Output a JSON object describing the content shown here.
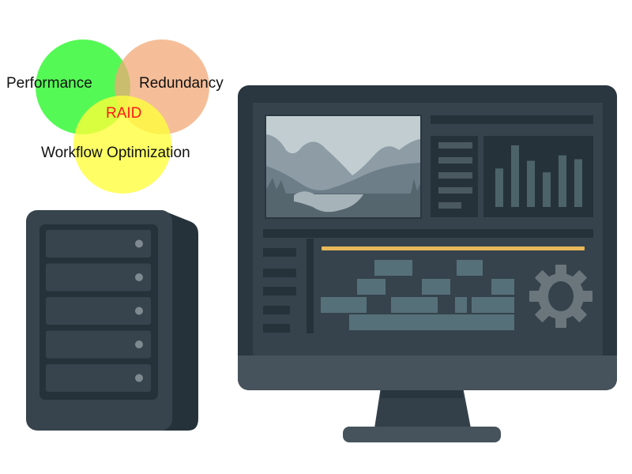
{
  "venn": {
    "sets": [
      {
        "label": "Performance",
        "color": "#4cf94c"
      },
      {
        "label": "Redundancy",
        "color": "#f2a877"
      },
      {
        "label": "Workflow Optimization",
        "color": "#ffff3a"
      }
    ],
    "center": {
      "label": "RAID",
      "color": "#ff1a1a"
    }
  },
  "nas": {
    "drive_bays": 5,
    "body_color": "#37444d",
    "side_color": "#26323a",
    "led_color": "#7f8a90"
  },
  "monitor": {
    "bezel_color": "#2a3640",
    "chin_color": "#46535c",
    "timeline_playhead_color": "#e8b85a",
    "mini_chart_values": [
      5,
      8,
      6,
      4.5,
      6.7,
      6.2
    ]
  }
}
